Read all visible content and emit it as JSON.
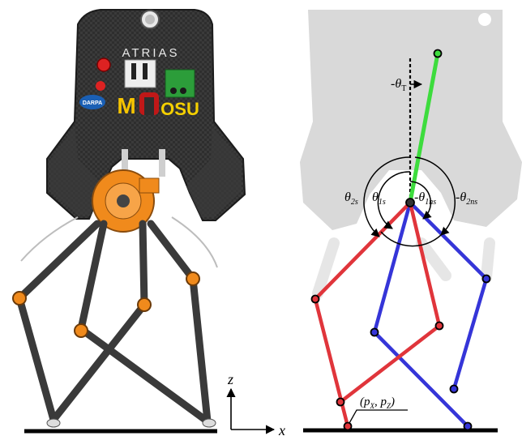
{
  "robot": {
    "name": "ATRIAS",
    "logos": {
      "darpa": "DARPA",
      "michigan": "M",
      "osu": "OSU"
    }
  },
  "axes": {
    "x_label": "x",
    "z_label": "z"
  },
  "labels": {
    "theta_T": "-θ",
    "theta_T_sub": "T",
    "theta_2s": "θ",
    "theta_2s_sub": "2s",
    "theta_1s": "θ",
    "theta_1s_sub": "1s",
    "theta_1ns": "-θ",
    "theta_1ns_sub": "1ns",
    "theta_2ns": "-θ",
    "theta_2ns_sub": "2ns",
    "foot_point": "(p",
    "foot_px_sub": "X",
    "foot_sep": ", p",
    "foot_pz_sub": "Z",
    "foot_close": ")"
  },
  "colors": {
    "torso_link": "#3ddc3d",
    "stance_leg": "#e0353b",
    "swing_leg": "#3535d8",
    "silhouette": "#d9d9d9",
    "robot_dark": "#2b2b2b",
    "robot_orange": "#f08a1c"
  }
}
